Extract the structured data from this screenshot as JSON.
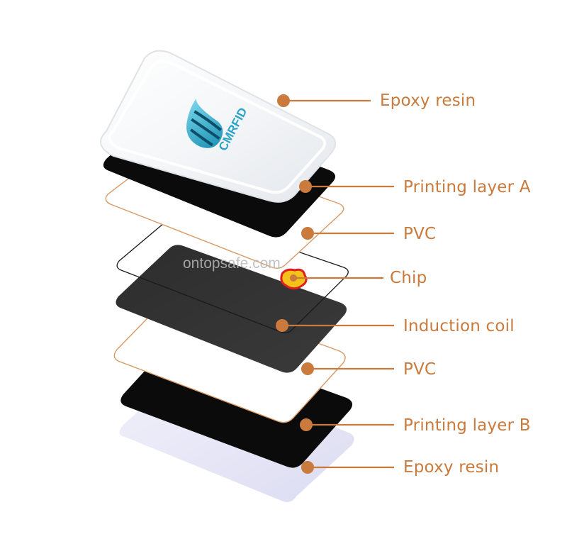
{
  "watermark": "ontopsafe.com",
  "brand_text": "CMRFID",
  "accent_color": "#c97a3c",
  "layers": [
    {
      "id": "epoxy-top",
      "label": "Epoxy resin"
    },
    {
      "id": "print-a",
      "label": "Printing layer A"
    },
    {
      "id": "pvc-top",
      "label": "PVC"
    },
    {
      "id": "chip",
      "label": "Chip"
    },
    {
      "id": "coil",
      "label": "Induction coil"
    },
    {
      "id": "pvc-bottom",
      "label": "PVC"
    },
    {
      "id": "print-b",
      "label": "Printing layer B"
    },
    {
      "id": "epoxy-bottom",
      "label": "Epoxy resin"
    }
  ]
}
